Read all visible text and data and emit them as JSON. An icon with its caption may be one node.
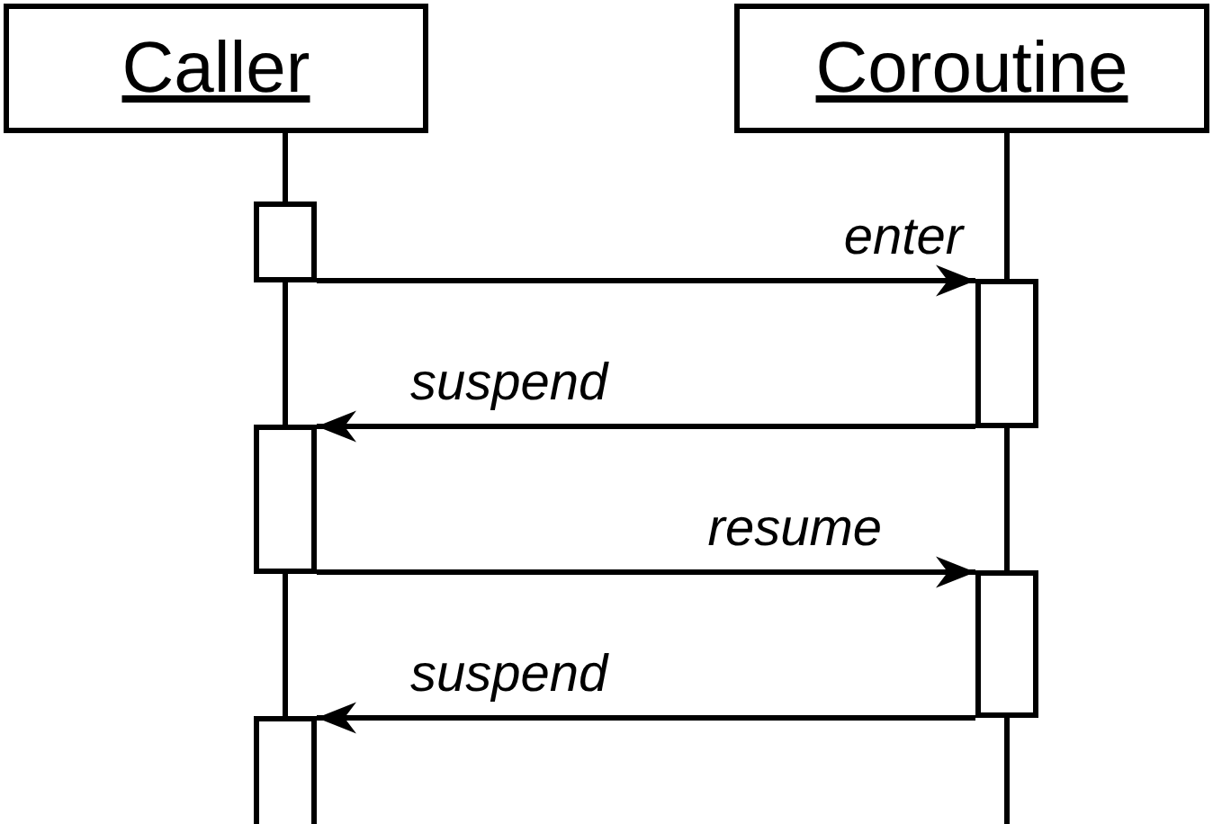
{
  "diagram": {
    "nodes": [
      {
        "text": [
          "Caller"
        ]
      },
      {
        "text": [
          "Coroutine"
        ]
      },
      {
        "text": [],
        "shape": "bar"
      },
      {
        "text": [],
        "shape": "bar"
      },
      {
        "text": [],
        "shape": "bar"
      },
      {
        "text": [],
        "shape": "bar"
      },
      {
        "text": [],
        "shape": "bar"
      }
    ],
    "edges": [
      {
        "from": 2,
        "to": 3,
        "arrow": "to",
        "label": "enter"
      },
      {
        "from": 3,
        "to": 4,
        "arrow": "to",
        "label": "suspend"
      },
      {
        "from": 4,
        "to": 5,
        "arrow": "to",
        "label": "resume"
      },
      {
        "from": 5,
        "to": 6,
        "arrow": "to",
        "label": "suspend"
      },
      {
        "from": 0,
        "to": 2,
        "arrow": "none"
      },
      {
        "from": 2,
        "to": 4,
        "arrow": "none"
      },
      {
        "from": 4,
        "to": 6,
        "arrow": "none"
      },
      {
        "from": 1,
        "to": 3,
        "arrow": "none"
      },
      {
        "from": 3,
        "to": 5,
        "arrow": "none"
      },
      {
        "from": 5,
        "to": null,
        "arrow": "none"
      }
    ]
  }
}
